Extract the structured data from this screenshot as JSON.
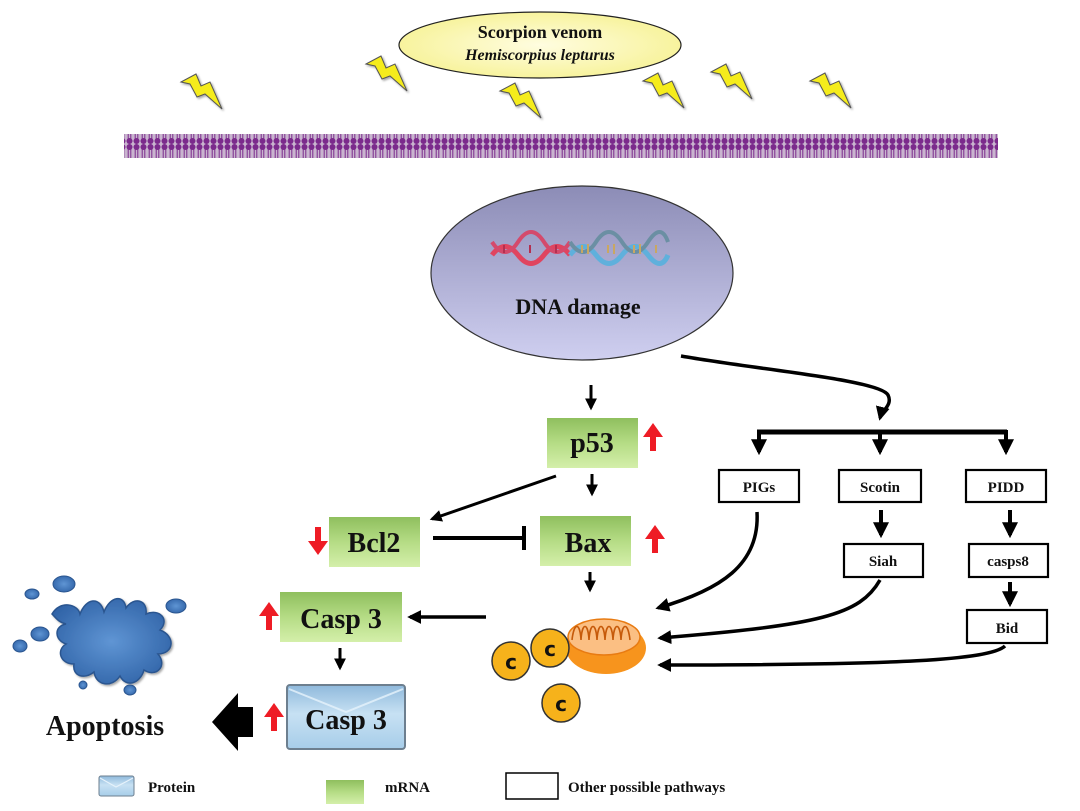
{
  "venom": {
    "title": "Scorpion venom",
    "species": "Hemiscorpius lepturus"
  },
  "dna": {
    "label": "DNA damage"
  },
  "nodes": {
    "p53": {
      "label": "p53",
      "type": "mRNA",
      "regulation": "up"
    },
    "bcl2": {
      "label": "Bcl2",
      "type": "mRNA",
      "regulation": "down"
    },
    "bax": {
      "label": "Bax",
      "type": "mRNA",
      "regulation": "up"
    },
    "casp3_mrna": {
      "label": "Casp 3",
      "type": "mRNA",
      "regulation": "up"
    },
    "casp3_protein": {
      "label": "Casp 3",
      "type": "Protein",
      "regulation": "up"
    },
    "pigs": {
      "label": "PIGs",
      "type": "Other possible pathways"
    },
    "scotin": {
      "label": "Scotin",
      "type": "Other possible pathways"
    },
    "pidd": {
      "label": "PIDD",
      "type": "Other possible pathways"
    },
    "siah": {
      "label": "Siah",
      "type": "Other possible pathways"
    },
    "casps8": {
      "label": "casps8",
      "type": "Other possible pathways"
    },
    "bid": {
      "label": "Bid",
      "type": "Other possible pathways"
    }
  },
  "cytochrome_c": {
    "label": "c",
    "count": 3
  },
  "outcome": {
    "label": "Apoptosis"
  },
  "legend": [
    {
      "key": "protein",
      "label": "Protein"
    },
    {
      "key": "mrna",
      "label": "mRNA"
    },
    {
      "key": "other",
      "label": "Other possible pathways"
    }
  ],
  "colors": {
    "up_arrow": "#ee1c25",
    "down_arrow": "#ee1c25",
    "mrna_fill": "#a9d77a",
    "protein_fill": "#a9d0ea",
    "venom_fill": "#fbf7a8",
    "dna_fill": "#a7a7cf",
    "membrane": "#7a2a8a",
    "bolt": "#f5ec1a",
    "mito": "#f7941d",
    "cyto_c": "#f6b21b",
    "splash": "#3d74b8"
  }
}
